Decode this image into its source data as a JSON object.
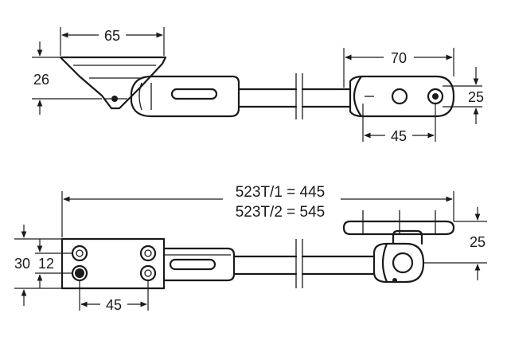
{
  "top_view": {
    "dims": {
      "bracket_width": "65",
      "bracket_height": "26",
      "end_width": "70",
      "end_hole_spacing": "45",
      "end_height": "25"
    }
  },
  "bottom_view": {
    "model_lines": [
      "523T/1 = 445",
      "523T/2 = 545"
    ],
    "dims": {
      "plate_height": "30",
      "hole_offset": "12",
      "hole_spacing": "45",
      "end_height": "25"
    }
  }
}
